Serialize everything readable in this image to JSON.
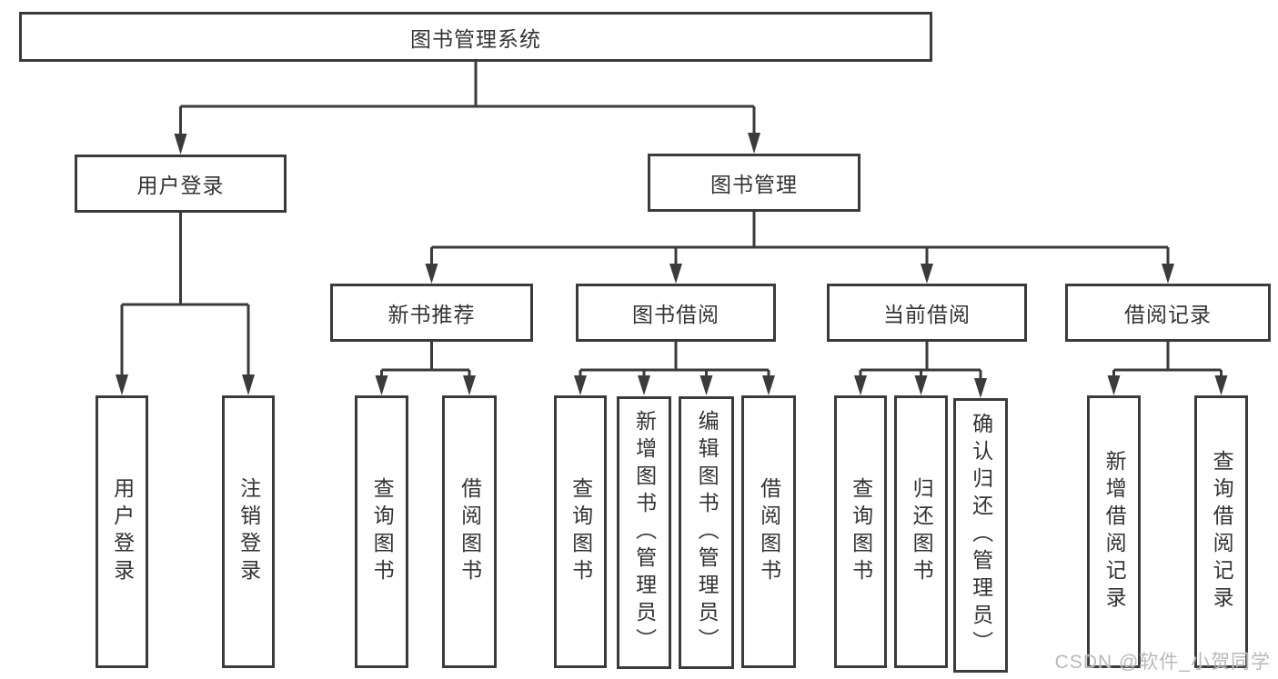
{
  "diagram": {
    "root": {
      "label": "图书管理系统"
    },
    "branches": [
      {
        "label": "用户登录",
        "children": [
          "用户登录",
          "注销登录"
        ]
      },
      {
        "label": "图书管理",
        "sections": [
          {
            "label": "新书推荐",
            "children": [
              "查询图书",
              "借阅图书"
            ]
          },
          {
            "label": "图书借阅",
            "children": [
              "查询图书",
              "新增图书（管理员）",
              "编辑图书（管理员）",
              "借阅图书"
            ]
          },
          {
            "label": "当前借阅",
            "children": [
              "查询图书",
              "归还图书",
              "确认归还（管理员）"
            ]
          },
          {
            "label": "借阅记录",
            "children": [
              "新增借阅记录",
              "查询借阅记录"
            ]
          }
        ]
      }
    ]
  },
  "watermark": {
    "text": "CSDN @软件_小贺同学"
  },
  "colors": {
    "line": "#3b3b3b",
    "text": "#333333",
    "watermark": "#b9b9b9",
    "background": "#ffffff"
  }
}
